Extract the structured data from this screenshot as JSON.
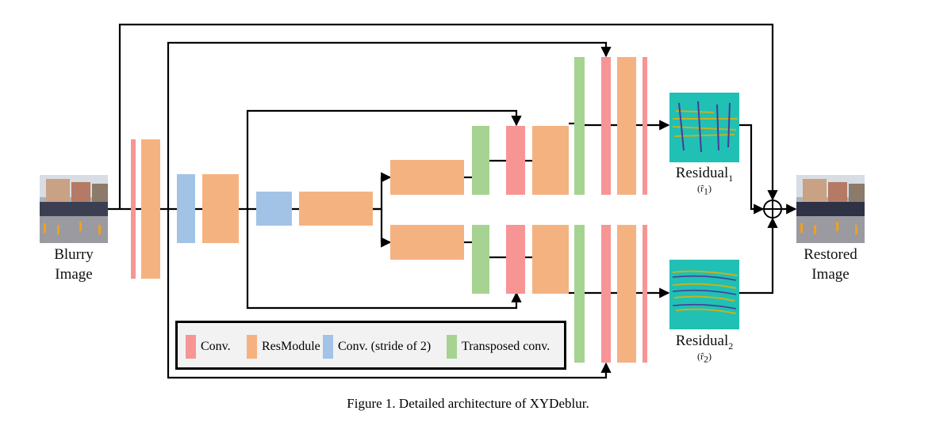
{
  "colors": {
    "conv": "#f79595",
    "resmodule": "#f5b281",
    "conv_stride2": "#a2c3e6",
    "transposed_conv": "#a6d391",
    "residual_map": "#20c0b4",
    "lines": "#000000"
  },
  "nodes": {
    "input": {
      "label_line1": "Blurry",
      "label_line2": "Image"
    },
    "output": {
      "label_line1": "Restored",
      "label_line2": "Image"
    },
    "residual1": {
      "name": "Residual",
      "subscript": "1",
      "formula": "(r̂",
      "formula_sub": "1",
      "formula_close": ")"
    },
    "residual2": {
      "name": "Residual",
      "subscript": "2",
      "formula": "(r̂",
      "formula_sub": "2",
      "formula_close": ")"
    },
    "sum_symbol": "⊕"
  },
  "legend": [
    {
      "label": "Conv.",
      "color_key": "conv"
    },
    {
      "label": "ResModule",
      "color_key": "resmodule"
    },
    {
      "label": "Conv. (stride of 2)",
      "color_key": "conv_stride2"
    },
    {
      "label": "Transposed conv.",
      "color_key": "transposed_conv"
    }
  ],
  "caption": "Figure 1. Detailed architecture of XYDeblur."
}
